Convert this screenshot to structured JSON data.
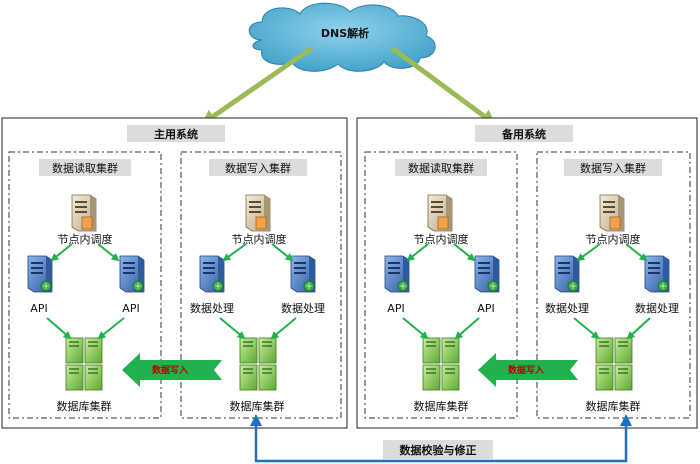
{
  "dns": {
    "label": "DNS解析"
  },
  "primary": {
    "title": "主用系统",
    "read_cluster": {
      "title": "数据读取集群",
      "scheduler": "节点内调度",
      "left_server": "API",
      "right_server": "API",
      "database": "数据库集群"
    },
    "write_cluster": {
      "title": "数据写入集群",
      "scheduler": "节点内调度",
      "left_server": "数据处理",
      "right_server": "数据处理",
      "database": "数据库集群"
    },
    "write_arrow": "数据写入"
  },
  "backup": {
    "title": "备用系统",
    "read_cluster": {
      "title": "数据读取集群",
      "scheduler": "节点内调度",
      "left_server": "API",
      "right_server": "API",
      "database": "数据库集群"
    },
    "write_cluster": {
      "title": "数据写入集群",
      "scheduler": "节点内调度",
      "left_server": "数据处理",
      "right_server": "数据处理",
      "database": "数据库集群"
    },
    "write_arrow": "数据写入"
  },
  "validation": {
    "label": "数据校验与修正"
  },
  "colors": {
    "green_arrow": "#22b14c",
    "olive_arrow": "#9bbb59",
    "blue_link": "#1f6fc5",
    "cloud": "#5fb8d9",
    "server_blue": "#4f7fc4",
    "db_green": "#8fd45a"
  }
}
